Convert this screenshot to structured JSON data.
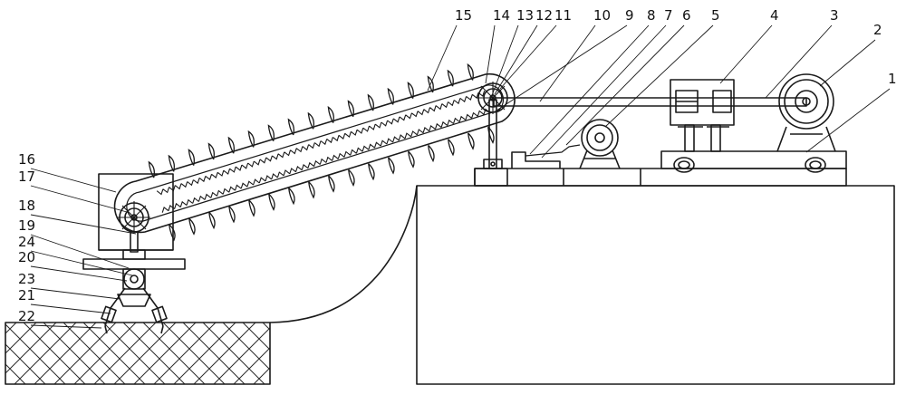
{
  "colors": {
    "ink": "#1a1a1a",
    "paper": "#ffffff",
    "hatch": "#2a2a2a"
  },
  "callouts": [
    {
      "id": "1",
      "text": "1"
    },
    {
      "id": "2",
      "text": "2"
    },
    {
      "id": "3",
      "text": "3"
    },
    {
      "id": "4",
      "text": "4"
    },
    {
      "id": "5",
      "text": "5"
    },
    {
      "id": "6",
      "text": "6"
    },
    {
      "id": "7",
      "text": "7"
    },
    {
      "id": "8",
      "text": "8"
    },
    {
      "id": "9",
      "text": "9"
    },
    {
      "id": "10",
      "text": "10"
    },
    {
      "id": "11",
      "text": "11"
    },
    {
      "id": "12",
      "text": "12"
    },
    {
      "id": "13",
      "text": "13"
    },
    {
      "id": "14",
      "text": "14"
    },
    {
      "id": "15",
      "text": "15"
    },
    {
      "id": "16",
      "text": "16"
    },
    {
      "id": "17",
      "text": "17"
    },
    {
      "id": "18",
      "text": "18"
    },
    {
      "id": "19",
      "text": "19"
    },
    {
      "id": "20",
      "text": "20"
    },
    {
      "id": "21",
      "text": "21"
    },
    {
      "id": "22",
      "text": "22"
    },
    {
      "id": "23",
      "text": "23"
    },
    {
      "id": "24",
      "text": "24"
    }
  ]
}
